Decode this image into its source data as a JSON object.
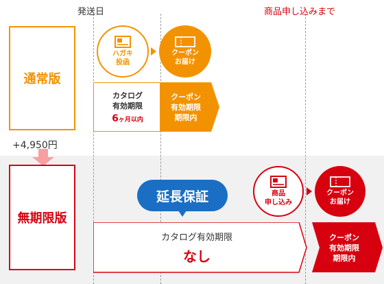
{
  "header": {
    "ship_date": "発送日",
    "until_apply": "商品申し込みまで"
  },
  "standard": {
    "plan_label": "通常版",
    "postcard_label": "ハガキ\n投函",
    "coupon_delivery": "クーポン\nお届け",
    "catalog_validity": "カタログ\n有効期限",
    "validity_number": "6",
    "validity_unit": "ヶ月以内",
    "coupon_validity": "クーポン\n有効期限\n期限内"
  },
  "upgrade_price": "+4,950円",
  "unlimited": {
    "plan_label": "無期限版",
    "guarantee": "延長保証",
    "product_apply": "商品\n申し込み",
    "coupon_delivery": "クーポン\nお届け",
    "catalog_validity": "カタログ有効期限",
    "validity_value": "なし",
    "coupon_validity": "クーポン\n有効期限\n期限内"
  },
  "colors": {
    "orange": "#f39200",
    "red": "#d7000f",
    "pink": "#f6a0a4",
    "blue": "#1a6fc4",
    "band": "#f1f1f1"
  }
}
